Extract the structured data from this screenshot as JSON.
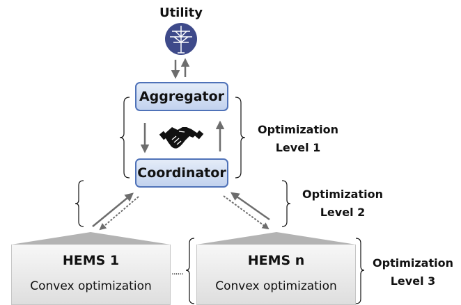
{
  "utility": {
    "label": "Utility"
  },
  "aggregator": {
    "label": "Aggregator"
  },
  "coordinator": {
    "label": "Coordinator"
  },
  "hems": [
    {
      "title": "HEMS 1",
      "subtitle": "Convex optimization"
    },
    {
      "title": "HEMS n",
      "subtitle": "Convex optimization"
    }
  ],
  "ellipsis": "......",
  "optimization_levels": [
    {
      "line1": "Optimization",
      "line2": "Level 1"
    },
    {
      "line1": "Optimization",
      "line2": "Level 2"
    },
    {
      "line1": "Optimization",
      "line2": "Level 3"
    }
  ],
  "colors": {
    "box_border": "#4f72b8",
    "box_fill_top": "#e4ecf8",
    "box_fill_bottom": "#c2d2ee",
    "utility_icon": "#3e4a8a",
    "arrow": "#6d6d6d",
    "handshake": "#111111"
  },
  "icons": [
    "power-pole-icon",
    "handshake-icon"
  ]
}
